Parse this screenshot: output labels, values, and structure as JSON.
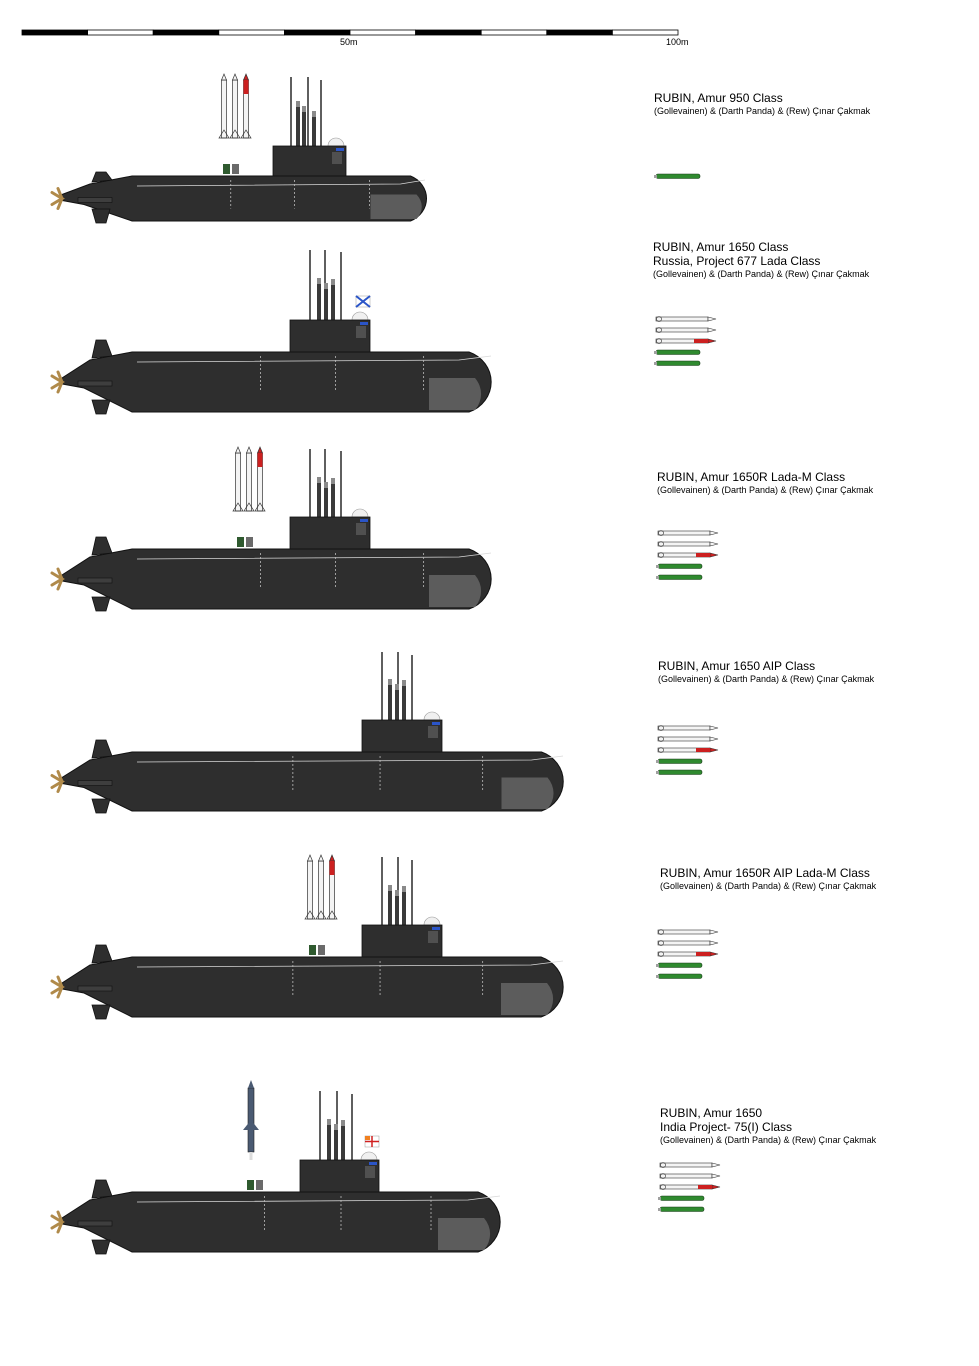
{
  "scale": {
    "label_mid": "50m",
    "label_end": "100m",
    "segments": 10
  },
  "colors": {
    "hull": "#2e2e2e",
    "hull_light": "#505050",
    "bow_panel": "#5c5c5c",
    "propeller": "#b08a4a",
    "missile_body": "#f4f4f4",
    "missile_red": "#cc2020",
    "torpedo_green": "#2f8a2f",
    "flag_blue": "#2b55c8",
    "tomahawk": "#4a5a72"
  },
  "entries": [
    {
      "title_lines": [
        "RUBIN,  Amur 950 Class"
      ],
      "credit": "(Gollevainen) & (Darth Panda) & (Rew) Çınar Çakmak",
      "weapons_shown": [
        "torpedo-green"
      ],
      "deck_missiles": "3 vertical missiles",
      "flag": "none"
    },
    {
      "title_lines": [
        "RUBIN,  Amur 1650 Class",
        "Russia, Project 677 Lada Class"
      ],
      "credit": "(Gollevainen) & (Darth Panda) & (Rew) Çınar Çakmak",
      "weapons_shown": [
        "missile-white",
        "missile-white",
        "missile-red",
        "torpedo-green",
        "torpedo-green"
      ],
      "deck_missiles": "none",
      "flag": "st-andrew"
    },
    {
      "title_lines": [
        "RUBIN, Amur 1650R Lada-M Class"
      ],
      "credit": "(Gollevainen) & (Darth Panda) & (Rew) Çınar Çakmak",
      "weapons_shown": [
        "missile-white",
        "missile-white",
        "missile-red",
        "torpedo-green",
        "torpedo-green"
      ],
      "deck_missiles": "3 vertical missiles",
      "flag": "none"
    },
    {
      "title_lines": [
        "RUBIN, Amur 1650 AIP Class"
      ],
      "credit": "(Gollevainen) & (Darth Panda) & (Rew) Çınar Çakmak",
      "weapons_shown": [
        "missile-white",
        "missile-white",
        "missile-red",
        "torpedo-green",
        "torpedo-green"
      ],
      "deck_missiles": "none",
      "flag": "none"
    },
    {
      "title_lines": [
        "RUBIN, Amur 1650R  AIP  Lada-M Class"
      ],
      "credit": "(Gollevainen) & (Darth Panda) & (Rew) Çınar Çakmak",
      "weapons_shown": [
        "missile-white",
        "missile-white",
        "missile-red",
        "torpedo-green",
        "torpedo-green"
      ],
      "deck_missiles": "3 vertical missiles",
      "flag": "none"
    },
    {
      "title_lines": [
        "RUBIN, Amur 1650",
        "India Project- 75(I) Class"
      ],
      "credit": "(Gollevainen) & (Darth Panda) & (Rew) Çınar Çakmak",
      "weapons_shown": [
        "missile-white",
        "missile-white",
        "missile-red",
        "torpedo-green",
        "torpedo-green"
      ],
      "deck_missiles": "1 cruise missile",
      "flag": "indian-naval-ensign"
    }
  ]
}
